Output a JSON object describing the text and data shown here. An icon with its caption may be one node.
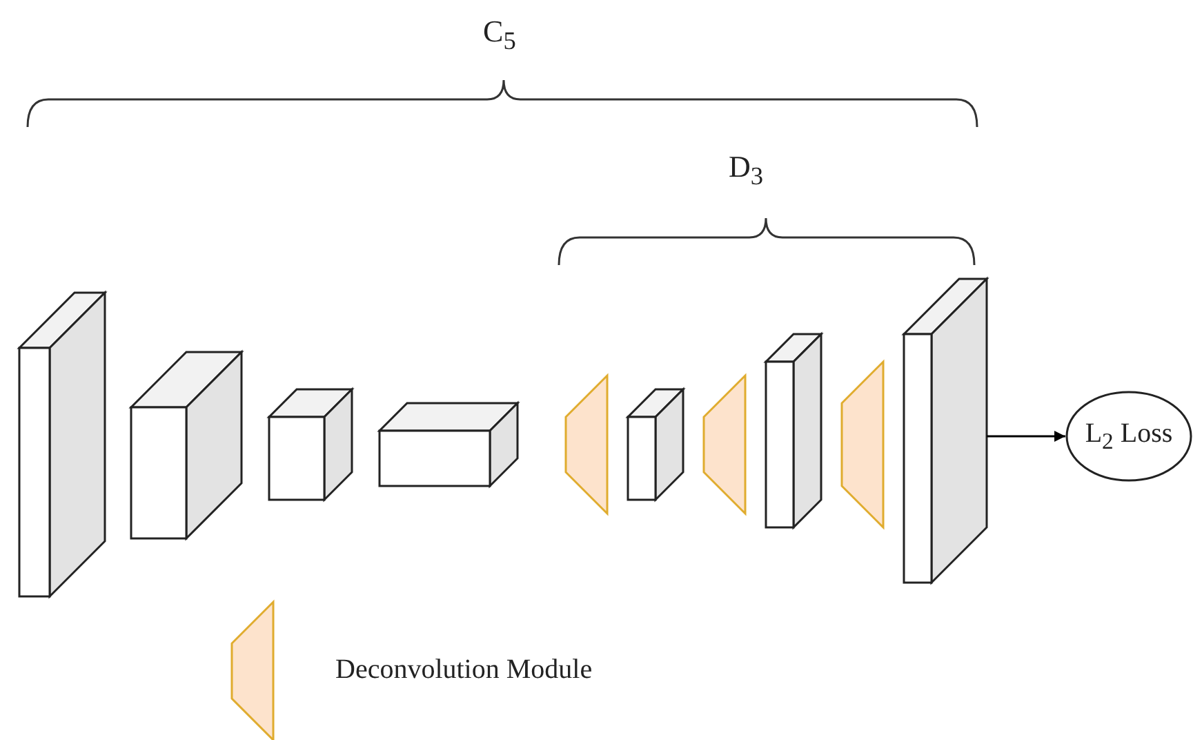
{
  "diagram": {
    "nodes": [
      {
        "text": [],
        "shape": "box"
      },
      {
        "text": [],
        "shape": "box"
      },
      {
        "text": [],
        "shape": "box"
      },
      {
        "text": [],
        "shape": "box"
      },
      {
        "text": [],
        "shape": "trapezoid"
      },
      {
        "text": [],
        "shape": "box"
      },
      {
        "text": [],
        "shape": "trapezoid"
      },
      {
        "text": [],
        "shape": "box"
      },
      {
        "text": [],
        "shape": "trapezoid"
      },
      {
        "text": [],
        "shape": "box"
      },
      {
        "text": [
          "L$_{2}$ Loss"
        ]
      }
    ],
    "edges": [
      {
        "from": 9,
        "to": 10,
        "arrow": "to"
      }
    ],
    "labels": [
      "C$_{5}$",
      "D$_{3}$"
    ],
    "legend": [
      {
        "text": "Deconvolution Module"
      }
    ]
  }
}
